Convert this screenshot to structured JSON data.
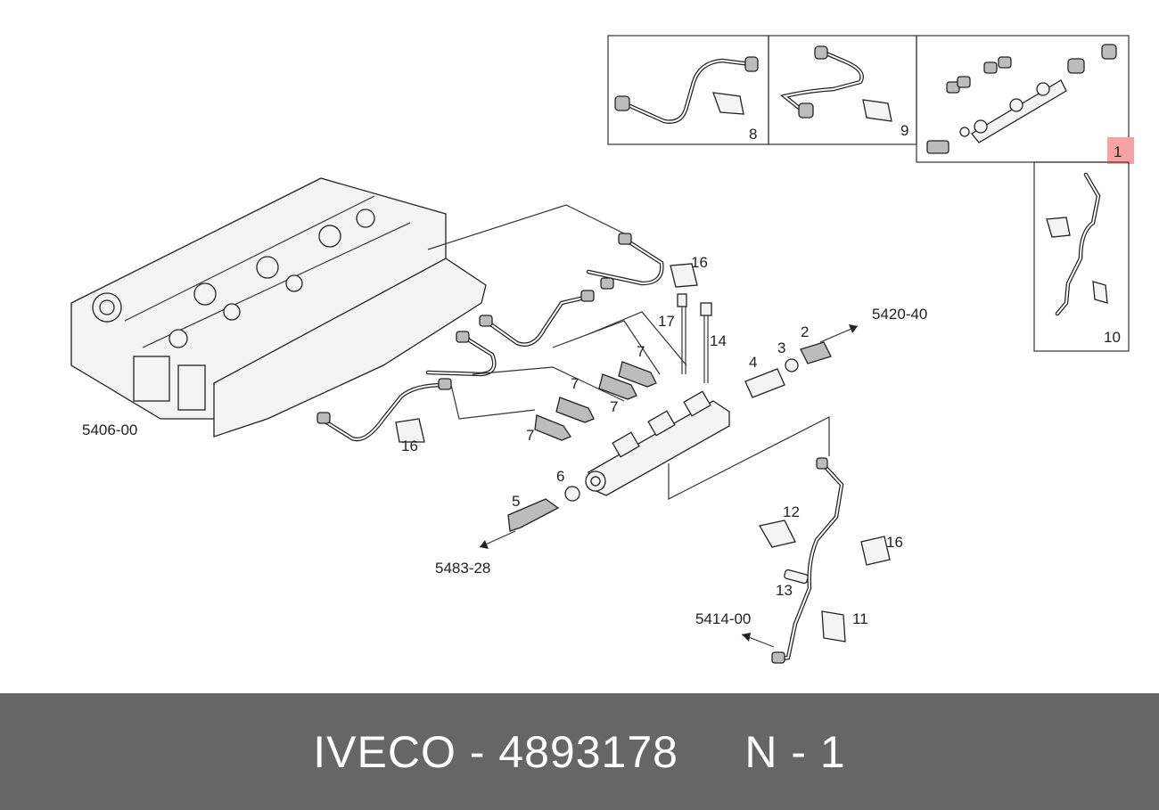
{
  "callouts": {
    "c1": "1",
    "c2": "2",
    "c3": "3",
    "c4": "4",
    "c5": "5",
    "c6": "6",
    "c7": "7",
    "c8": "8",
    "c9": "9",
    "c10": "10",
    "c11": "11",
    "c12": "12",
    "c13": "13",
    "c14": "14",
    "c16": "16",
    "c17": "17"
  },
  "references": {
    "head": "5406-00",
    "rail_out": "5420-40",
    "sensor": "5483-28",
    "return": "5414-00"
  },
  "footer": {
    "text": "IVECO - 4893178     N - 1",
    "background": "#666666"
  },
  "colors": {
    "highlight": "#f5a3a3"
  }
}
